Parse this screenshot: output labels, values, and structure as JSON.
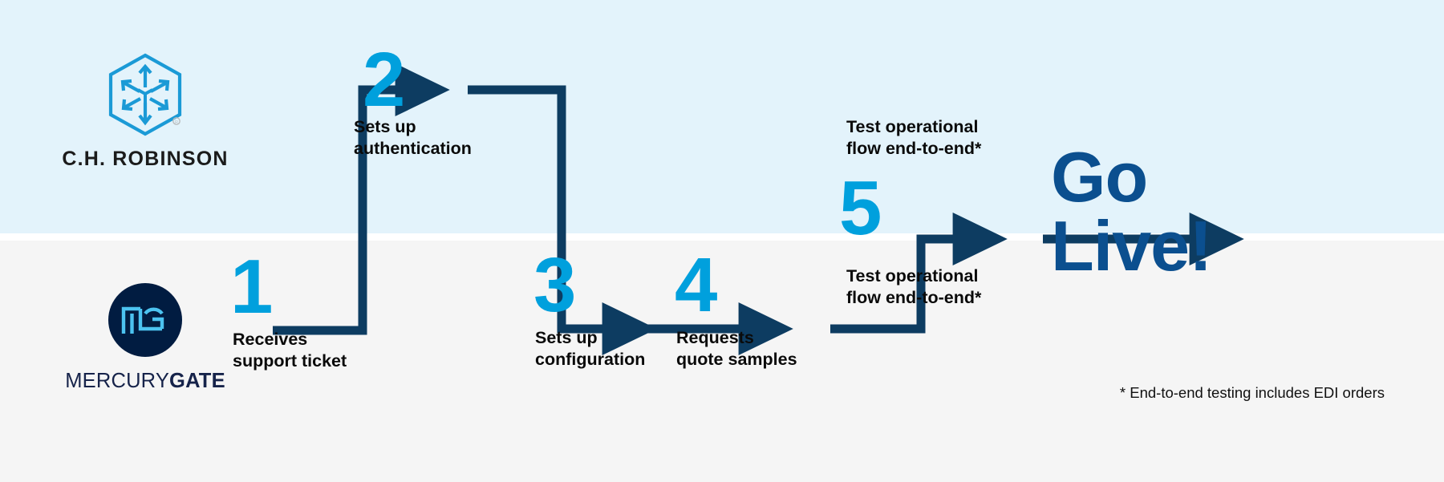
{
  "bands": {
    "top_color": "#e3f3fb",
    "bottom_color": "#f5f5f5"
  },
  "colors": {
    "step_number": "#00a0dd",
    "arrow": "#0d3c61",
    "caption": "#0a0a0a",
    "go_live": "#0b4f8f",
    "chr_mark": "#1b9ad6",
    "mg_circle": "#011c41",
    "mg_mark": "#4cc3f0",
    "mg_wordmark": "#16234a"
  },
  "logos": {
    "chrobinson": {
      "name": "C.H. Robinson",
      "wordmark": "C.H. ROBINSON",
      "icon": "hexagon-arrows-icon",
      "registered_mark": "®"
    },
    "mercurygate": {
      "name": "MercuryGate",
      "wordmark_light": "MERCURY",
      "wordmark_bold": "GATE",
      "icon": "mg-monogram-icon"
    }
  },
  "steps": [
    {
      "id": 1,
      "number": "1",
      "caption": "Receives\nsupport ticket",
      "lane": "mercurygate"
    },
    {
      "id": 2,
      "number": "2",
      "caption": "Sets up\nauthentication",
      "lane": "chrobinson"
    },
    {
      "id": 3,
      "number": "3",
      "caption": "Sets up\nconfiguration",
      "lane": "mercurygate"
    },
    {
      "id": 4,
      "number": "4",
      "caption": "Requests\nquote samples",
      "lane": "mercurygate"
    },
    {
      "id": 5,
      "number": "5",
      "caption_top": "Test operational\nflow end-to-end*",
      "caption_bottom": "Test operational\nflow end-to-end*",
      "lane": "both"
    }
  ],
  "outcome": {
    "label": "Go\nLive!"
  },
  "footnote": {
    "text": "* End-to-end testing includes EDI orders"
  }
}
